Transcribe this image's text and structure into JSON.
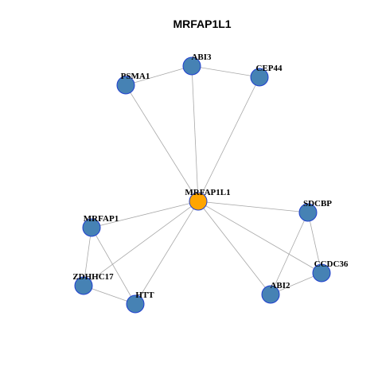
{
  "title": "MRFAP1L1",
  "colors": {
    "background": "#ffffff",
    "center_node": "#ffa500",
    "node": "#4682b4",
    "node_border": "#1f3fcf",
    "edge": "#a8a8a8"
  },
  "nodes": [
    {
      "id": "MRFAP1L1",
      "label": "MRFAP1L1",
      "center": true
    },
    {
      "id": "ABI3",
      "label": "ABI3"
    },
    {
      "id": "PSMA1",
      "label": "PSMA1"
    },
    {
      "id": "CEP44",
      "label": "CEP44"
    },
    {
      "id": "SDCBP",
      "label": "SDCBP"
    },
    {
      "id": "CCDC36",
      "label": "CCDC36"
    },
    {
      "id": "ABI2",
      "label": "ABI2"
    },
    {
      "id": "MRFAP1",
      "label": "MRFAP1"
    },
    {
      "id": "ZDHHC17",
      "label": "ZDHHC17"
    },
    {
      "id": "HTT",
      "label": "HTT"
    }
  ],
  "edges": [
    [
      "MRFAP1L1",
      "ABI3"
    ],
    [
      "MRFAP1L1",
      "PSMA1"
    ],
    [
      "MRFAP1L1",
      "CEP44"
    ],
    [
      "MRFAP1L1",
      "SDCBP"
    ],
    [
      "MRFAP1L1",
      "CCDC36"
    ],
    [
      "MRFAP1L1",
      "ABI2"
    ],
    [
      "MRFAP1L1",
      "MRFAP1"
    ],
    [
      "MRFAP1L1",
      "ZDHHC17"
    ],
    [
      "MRFAP1L1",
      "HTT"
    ],
    [
      "PSMA1",
      "ABI3"
    ],
    [
      "ABI3",
      "CEP44"
    ],
    [
      "SDCBP",
      "CCDC36"
    ],
    [
      "SDCBP",
      "ABI2"
    ],
    [
      "ABI2",
      "CCDC36"
    ],
    [
      "MRFAP1",
      "ZDHHC17"
    ],
    [
      "MRFAP1",
      "HTT"
    ],
    [
      "ZDHHC17",
      "HTT"
    ]
  ]
}
